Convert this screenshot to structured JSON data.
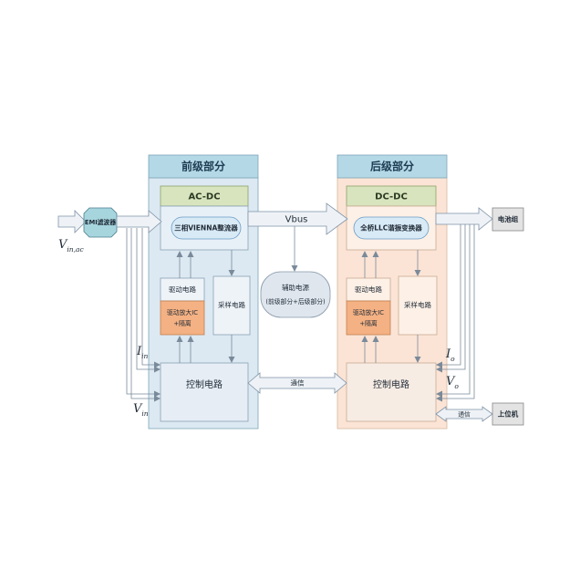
{
  "colors": {
    "section_header": "#b4d8e6",
    "front_panel": "#dce9f2",
    "rear_panel": "#fbe4d5",
    "converter_header": "#d7e4bd",
    "driver_amp": "#f4b183",
    "emi_filter": "#a6d5de"
  },
  "input": {
    "label_main": "V",
    "label_sub": "in,ac"
  },
  "emi": {
    "label": "EMI滤波器"
  },
  "front": {
    "header": "前级部分",
    "converter_header": "AC-DC",
    "converter": "三相VIENNA整流器",
    "driver": "驱动电路",
    "driver_amp_line1": "驱动放大IC",
    "driver_amp_line2": "+隔离",
    "sampling": "采样电路",
    "control": "控制电路",
    "current_label": {
      "main": "I",
      "sub": "in"
    },
    "voltage_label": {
      "main": "V",
      "sub": "in"
    }
  },
  "bus": {
    "label": "Vbus"
  },
  "aux": {
    "line1": "辅助电源",
    "line2": "(前级部分+后级部分)"
  },
  "rear": {
    "header": "后级部分",
    "converter_header": "DC-DC",
    "converter": "全桥LLC谐振变换器",
    "driver": "驱动电路",
    "driver_amp_line1": "驱动放大IC",
    "driver_amp_line2": "+隔离",
    "sampling": "采样电路",
    "control": "控制电路",
    "current_label": {
      "main": "I",
      "sub": "o"
    },
    "voltage_label": {
      "main": "V",
      "sub": "o"
    }
  },
  "comm_internal": {
    "label": "通信"
  },
  "battery": {
    "label": "电池组"
  },
  "host": {
    "label": "上位机"
  },
  "comm_host": {
    "label": "通信"
  }
}
